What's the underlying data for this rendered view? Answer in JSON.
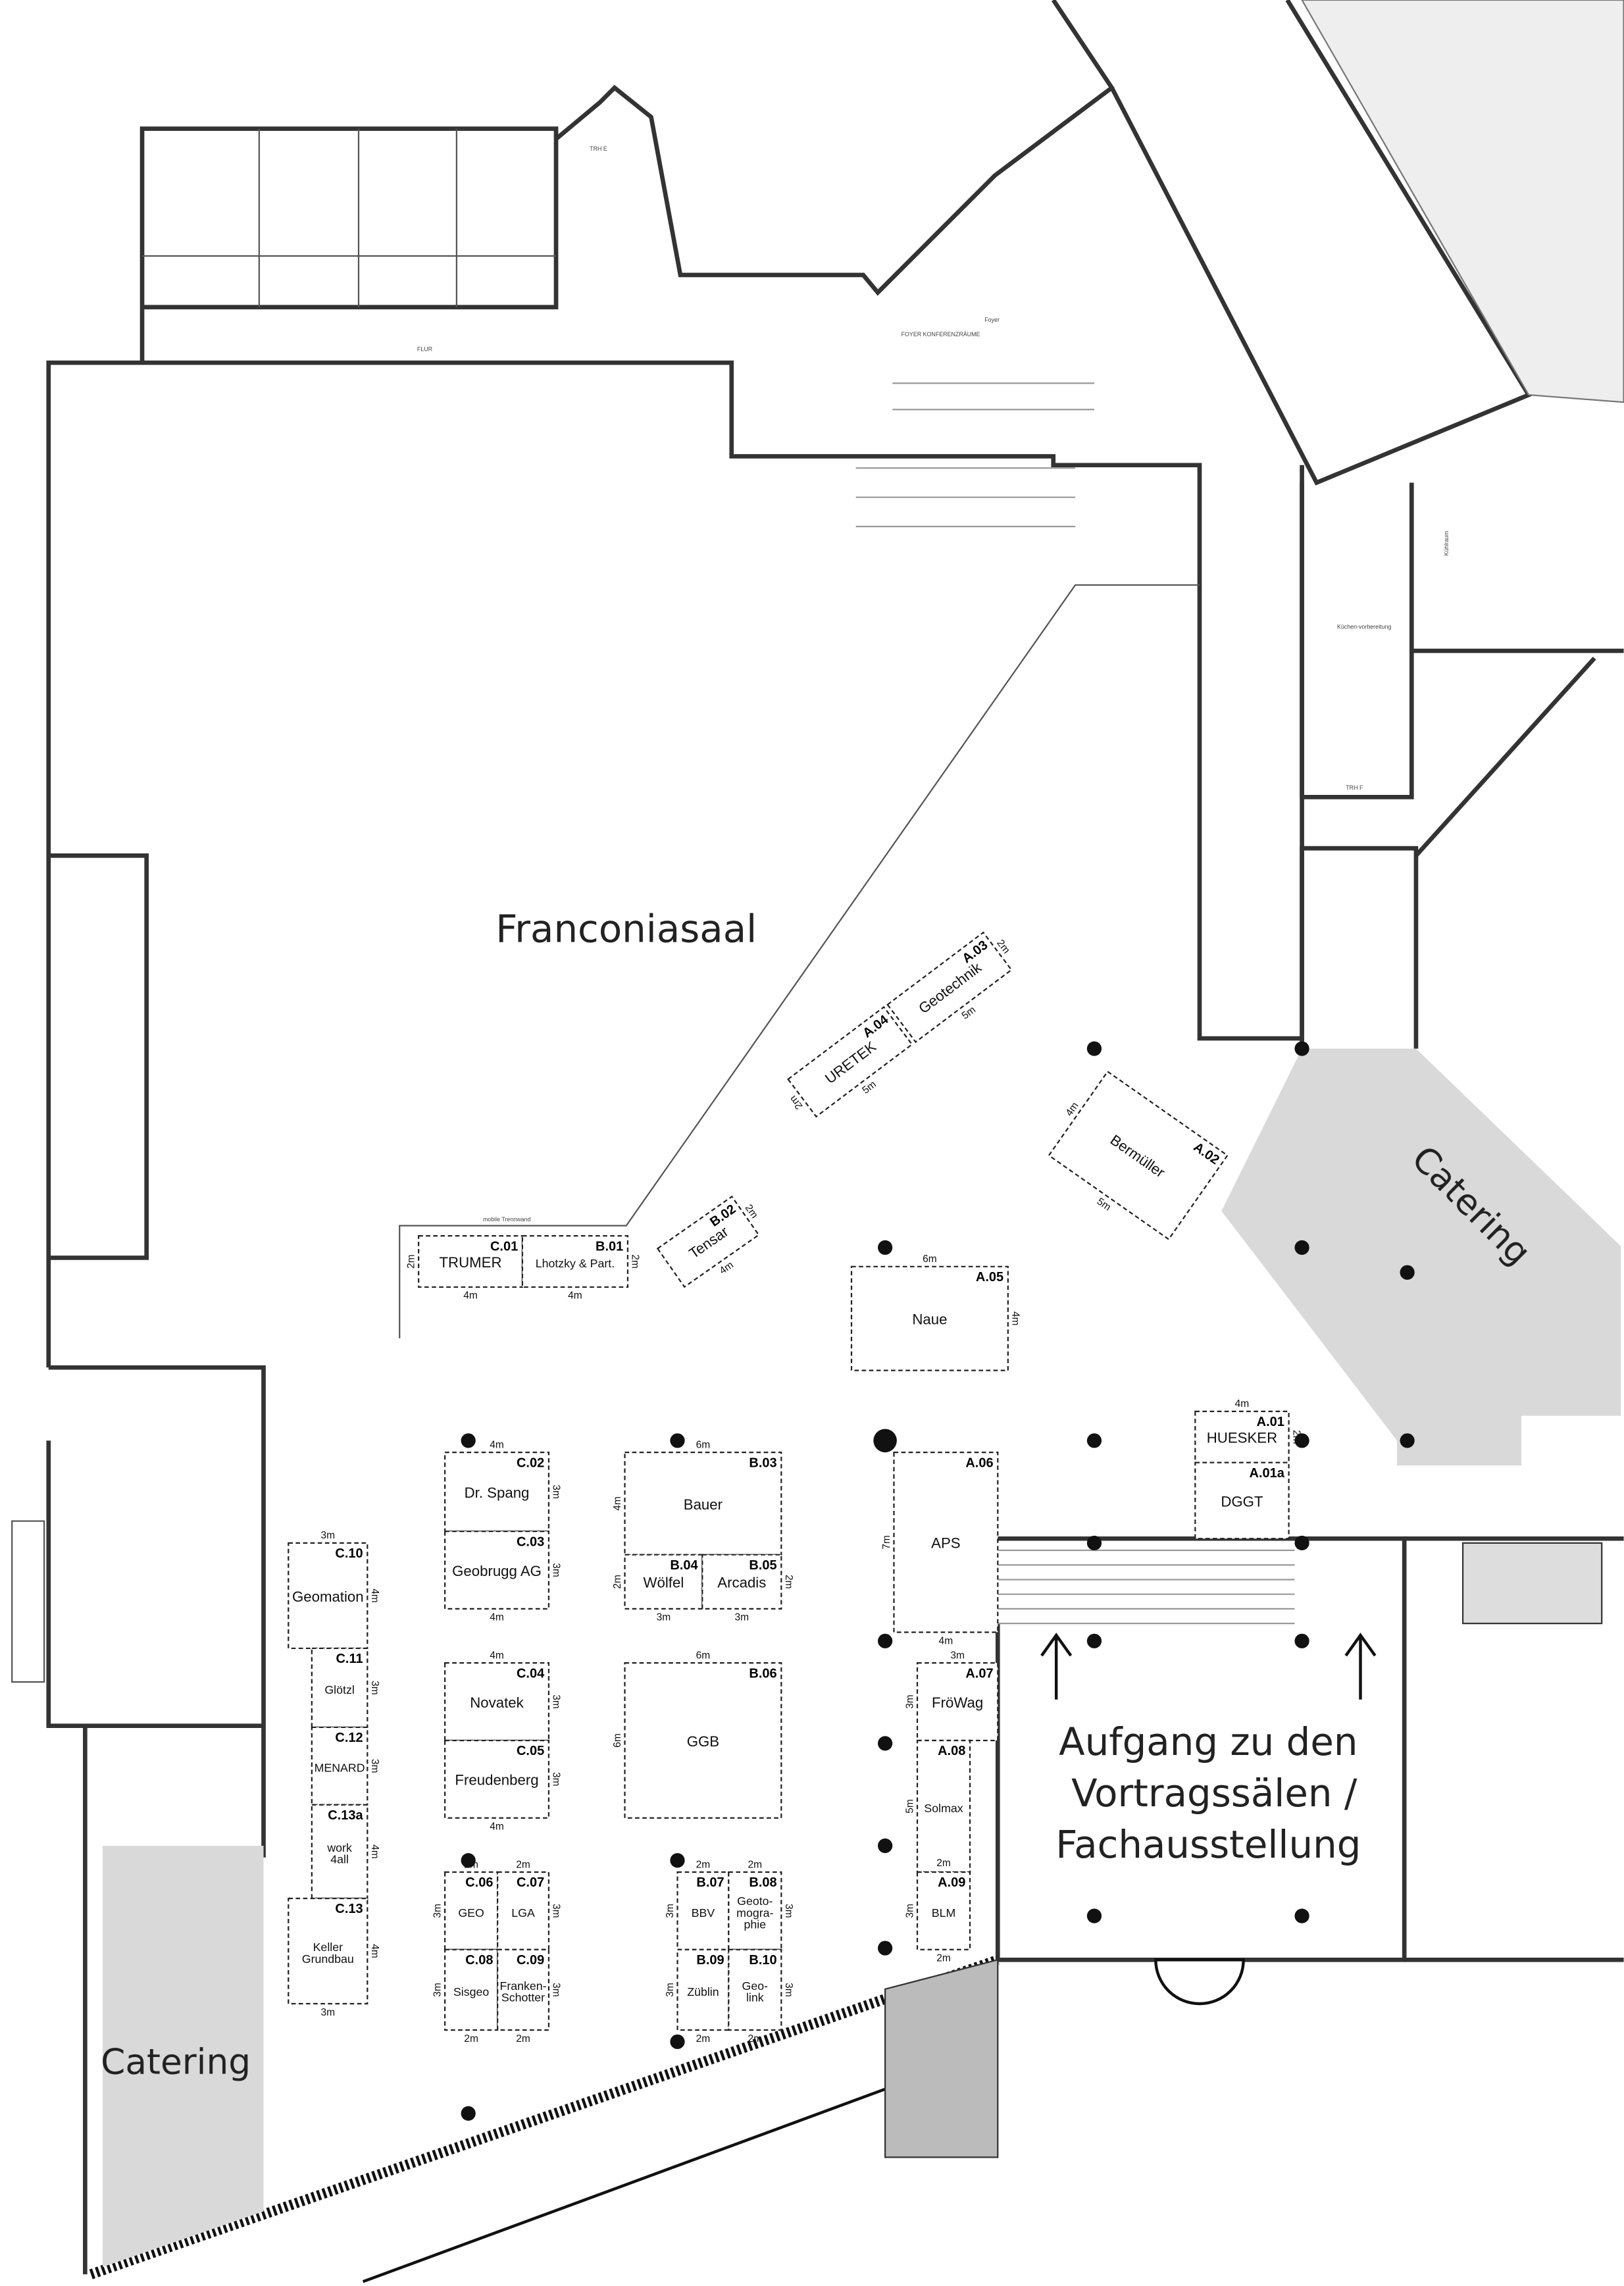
{
  "hall_title": "Franconiasaal",
  "stair_label": [
    "Aufgang zu den",
    "Vortragssälen /",
    "Fachausstellung"
  ],
  "catering": [
    "Catering",
    "Catering"
  ],
  "room_labels": [
    "FLUR",
    "TRH E",
    "TRH F",
    "Foyer",
    "FOYER KONFERENZRÄUME",
    "Kühlraum",
    "Küchen-vorbereitung",
    "mobile Trennwand"
  ],
  "booths": [
    {
      "id": "C.01",
      "name": "TRUMER",
      "w": "4m",
      "h": "2m"
    },
    {
      "id": "B.01",
      "name": "Lhotzky & Part.",
      "w": "4m",
      "h": "2m"
    },
    {
      "id": "B.02",
      "name": "Tensar",
      "w": "4m",
      "h": "2m"
    },
    {
      "id": "A.04",
      "name": "URETEK",
      "w": "5m",
      "h": "2m"
    },
    {
      "id": "A.03",
      "name": "Geotechnik",
      "w": "5m",
      "h": "2m"
    },
    {
      "id": "A.02",
      "name": "Bermüller",
      "w": "5m",
      "h": "4m"
    },
    {
      "id": "A.05",
      "name": "Naue",
      "w": "6m",
      "h": "4m"
    },
    {
      "id": "C.02",
      "name": "Dr. Spang",
      "w": "4m",
      "h": "3m"
    },
    {
      "id": "C.03",
      "name": "Geobrugg AG",
      "w": "4m",
      "h": "3m"
    },
    {
      "id": "B.03",
      "name": "Bauer",
      "w": "6m",
      "h": "4m"
    },
    {
      "id": "B.04",
      "name": "Wölfel",
      "w": "3m",
      "h": "2m"
    },
    {
      "id": "B.05",
      "name": "Arcadis",
      "w": "3m",
      "h": "2m"
    },
    {
      "id": "A.06",
      "name": "APS",
      "w": "4m",
      "h": "7m"
    },
    {
      "id": "A.07",
      "name": "FröWag",
      "w": "3m",
      "h": "3m"
    },
    {
      "id": "A.08",
      "name": "Solmax",
      "w": "2m",
      "h": "5m"
    },
    {
      "id": "A.09",
      "name": "BLM",
      "w": "2m",
      "h": "3m"
    },
    {
      "id": "C.04",
      "name": "Novatek",
      "w": "4m",
      "h": "3m"
    },
    {
      "id": "C.05",
      "name": "Freudenberg",
      "w": "4m",
      "h": "3m"
    },
    {
      "id": "B.06",
      "name": "GGB",
      "w": "6m",
      "h": "6m"
    },
    {
      "id": "C.06",
      "name": "GEO",
      "w": "2m",
      "h": "3m"
    },
    {
      "id": "C.07",
      "name": "LGA",
      "w": "2m",
      "h": "3m"
    },
    {
      "id": "C.08",
      "name": "Sisgeo",
      "w": "2m",
      "h": "3m"
    },
    {
      "id": "C.09",
      "name": "Franken-Schotter",
      "w": "2m",
      "h": "3m"
    },
    {
      "id": "B.07",
      "name": "BBV",
      "w": "2m",
      "h": "3m"
    },
    {
      "id": "B.08",
      "name": "Geoto-mogra-phie",
      "w": "2m",
      "h": "3m"
    },
    {
      "id": "B.09",
      "name": "Züblin",
      "w": "2m",
      "h": "3m"
    },
    {
      "id": "B.10",
      "name": "Geo-link",
      "w": "2m",
      "h": "3m"
    },
    {
      "id": "C.10",
      "name": "Geomation",
      "w": "3m",
      "h": "4m"
    },
    {
      "id": "C.11",
      "name": "Glötzl",
      "w": "",
      "h": "3m"
    },
    {
      "id": "C.12",
      "name": "MENARD",
      "w": "",
      "h": "3m"
    },
    {
      "id": "C.13a",
      "name": "work 4all",
      "w": "",
      "h": "4m"
    },
    {
      "id": "C.13",
      "name": "Keller Grundbau",
      "w": "3m",
      "h": "4m"
    },
    {
      "id": "A.01",
      "name": "HUESKER",
      "w": "4m",
      "h": "2m"
    },
    {
      "id": "A.01a",
      "name": "DGGT",
      "w": "",
      "h": ""
    }
  ]
}
